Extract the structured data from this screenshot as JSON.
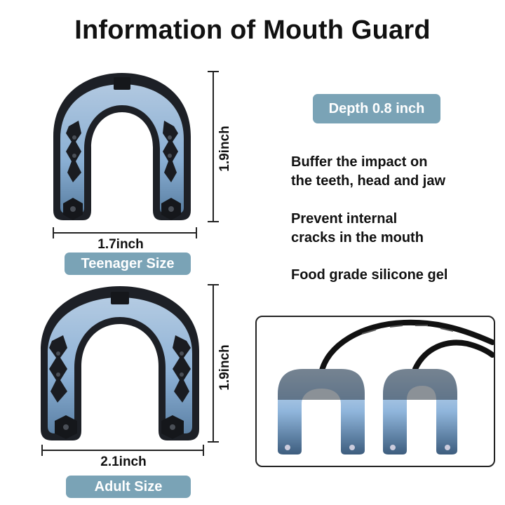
{
  "title": "Information of Mouth Guard",
  "depth_label": "Depth 0.8 inch",
  "features": [
    {
      "line1": "Buffer the impact on",
      "line2": "the teeth, head and jaw"
    },
    {
      "line1": "Prevent internal",
      "line2": "cracks in the mouth"
    },
    {
      "line1": "Food grade silicone gel",
      "line2": ""
    }
  ],
  "teen": {
    "width": "1.7inch",
    "height": "1.9inch",
    "label": "Teenager Size"
  },
  "adult": {
    "width": "2.1inch",
    "height": "1.9inch",
    "label": "Adult Size"
  },
  "colors": {
    "accent_pill": "#7aa3b6",
    "guard_blue": "#8fb7dc",
    "guard_dark": "#1c1f24"
  }
}
